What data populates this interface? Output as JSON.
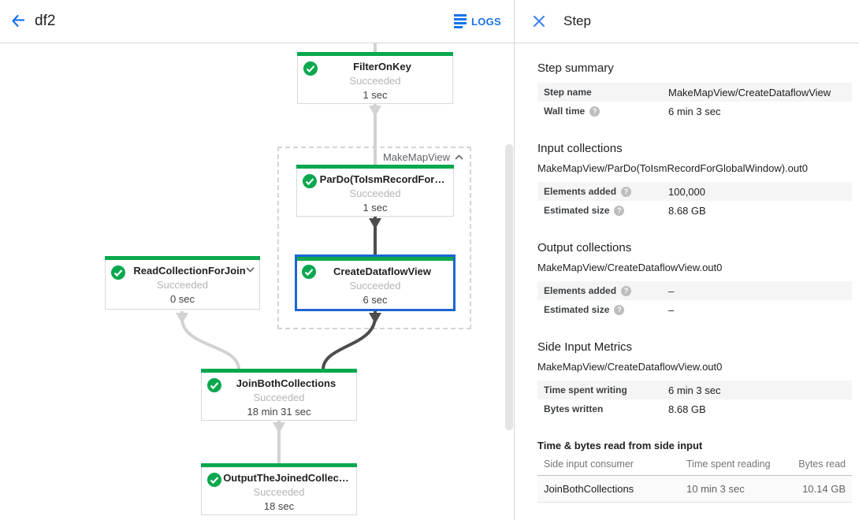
{
  "header": {
    "title": "df2",
    "logs_label": "LOGS"
  },
  "panel": {
    "title": "Step"
  },
  "graph": {
    "group_label": "MakeMapView",
    "nodes": [
      {
        "title": "FilterOnKey",
        "status": "Succeeded",
        "time": "1 sec"
      },
      {
        "title": "ParDo(ToIsmRecordFor…",
        "status": "Succeeded",
        "time": "1 sec"
      },
      {
        "title": "CreateDataflowView",
        "status": "Succeeded",
        "time": "6 sec",
        "selected": true
      },
      {
        "title": "ReadCollectionForJoin",
        "status": "Succeeded",
        "time": "0 sec"
      },
      {
        "title": "JoinBothCollections",
        "status": "Succeeded",
        "time": "18 min 31 sec"
      },
      {
        "title": "OutputTheJoinedCollec…",
        "status": "Succeeded",
        "time": "18 sec"
      }
    ]
  },
  "sections": {
    "step_summary": {
      "heading": "Step summary",
      "rows": [
        {
          "label": "Step name",
          "value": "MakeMapView/CreateDataflowView"
        },
        {
          "label": "Wall time",
          "value": "6 min 3 sec"
        }
      ]
    },
    "input_collections": {
      "heading": "Input collections",
      "collection": "MakeMapView/ParDo(ToIsmRecordForGlobalWindow).out0",
      "rows": [
        {
          "label": "Elements added",
          "value": "100,000"
        },
        {
          "label": "Estimated size",
          "value": "8.68 GB"
        }
      ]
    },
    "output_collections": {
      "heading": "Output collections",
      "collection": "MakeMapView/CreateDataflowView.out0",
      "rows": [
        {
          "label": "Elements added",
          "value": "–"
        },
        {
          "label": "Estimated size",
          "value": "–"
        }
      ]
    },
    "side_input_metrics": {
      "heading": "Side Input Metrics",
      "collection": "MakeMapView/CreateDataflowView.out0",
      "rows": [
        {
          "label": "Time spent writing",
          "value": "6 min 3 sec"
        },
        {
          "label": "Bytes written",
          "value": "8.68 GB"
        }
      ]
    },
    "side_input_table": {
      "heading": "Time & bytes read from side input",
      "columns": [
        "Side input consumer",
        "Time spent reading",
        "Bytes read"
      ],
      "rows": [
        {
          "consumer": "JoinBothCollections",
          "time": "10 min 3 sec",
          "bytes": "10.14 GB"
        }
      ]
    }
  },
  "icons": {
    "back": "arrow-left",
    "logs": "list-lines",
    "close": "x",
    "success": "check-circle",
    "help": "question-circle",
    "collapse": "chevron-up",
    "expand": "chevron-down"
  },
  "help_glyph": "?",
  "colors": {
    "accent_blue": "#1a73e8",
    "close_blue": "#4285f4",
    "selection_blue": "#1b66d2",
    "green": "#0aa84e",
    "edge_light": "#d2d2d2",
    "edge_dark": "#4d4d4d",
    "row_bg": "#f5f5f5",
    "border": "#d8d8d8",
    "muted": "#b5b5b5"
  }
}
